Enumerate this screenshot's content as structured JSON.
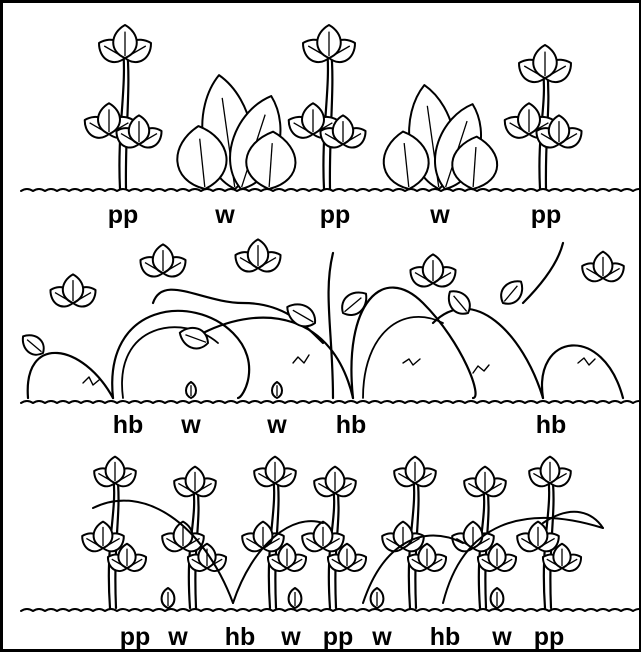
{
  "panels": [
    {
      "id": "top",
      "labels": [
        "pp",
        "w",
        "pp",
        "w",
        "pp"
      ]
    },
    {
      "id": "middle",
      "labels": [
        "hb",
        "w",
        "w",
        "hb",
        "hb"
      ]
    },
    {
      "id": "bottom",
      "labels": [
        "pp",
        "w",
        "hb",
        "w",
        "pp",
        "w",
        "hb",
        "w",
        "pp"
      ]
    }
  ],
  "colors": {
    "ink": "#000000",
    "background": "#ffffff"
  }
}
